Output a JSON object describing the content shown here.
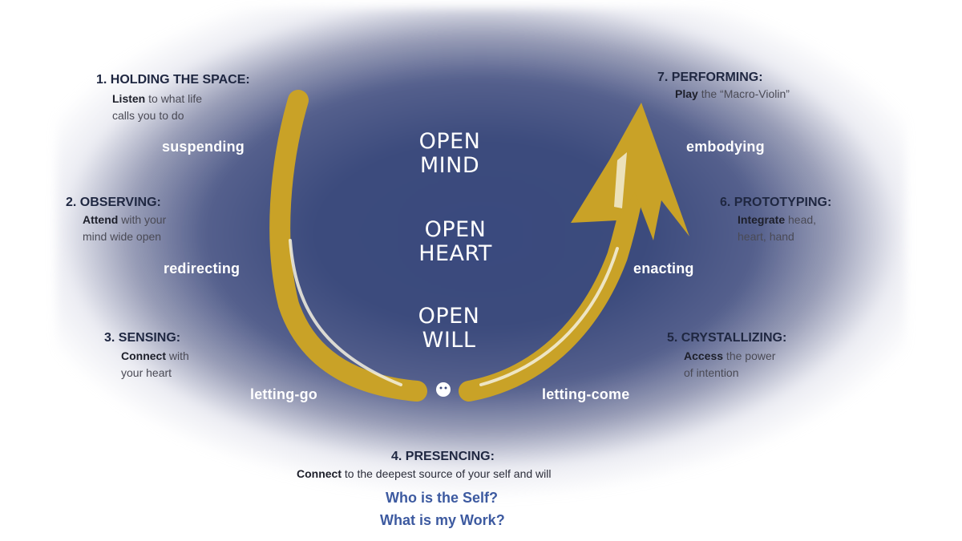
{
  "stages": [
    {
      "heading": "1. HOLDING THE SPACE:",
      "verb": "Listen",
      "rest1": " to what life",
      "rest2": "calls you to do"
    },
    {
      "heading": "2. OBSERVING:",
      "verb": "Attend",
      "rest1": " with your",
      "rest2": "mind wide open"
    },
    {
      "heading": "3. SENSING:",
      "verb": "Connect",
      "rest1": " with",
      "rest2": "your heart"
    },
    {
      "heading": "4. PRESENCING:",
      "verb": "Connect",
      "rest1": " to the deepest source of your self and will",
      "rest2": ""
    },
    {
      "heading": "5. CRYSTALLIZING:",
      "verb": "Access",
      "rest1": " the power",
      "rest2": "of intention"
    },
    {
      "heading": "6. PROTOTYPING:",
      "verb": "Integrate",
      "rest1": " head,",
      "rest2": "heart, hand"
    },
    {
      "heading": "7. PERFORMING:",
      "verb": "Play",
      "rest1": " the “Macro-Violin”",
      "rest2": ""
    }
  ],
  "movements": {
    "suspending": "suspending",
    "redirecting": "redirecting",
    "letting_go": "letting-go",
    "letting_come": "letting-come",
    "enacting": "enacting",
    "embodying": "embodying"
  },
  "center": {
    "open_mind": [
      "OPEN",
      "MIND"
    ],
    "open_heart": [
      "OPEN",
      "HEART"
    ],
    "open_will": [
      "OPEN",
      "WILL"
    ]
  },
  "questions": [
    "Who is the Self?",
    "What is my Work?"
  ],
  "colors": {
    "background_blue": "#3c4b7d",
    "arrow_gold": "#c9a227",
    "heading_navy": "#1f2741",
    "question_blue": "#3d5aa0"
  }
}
